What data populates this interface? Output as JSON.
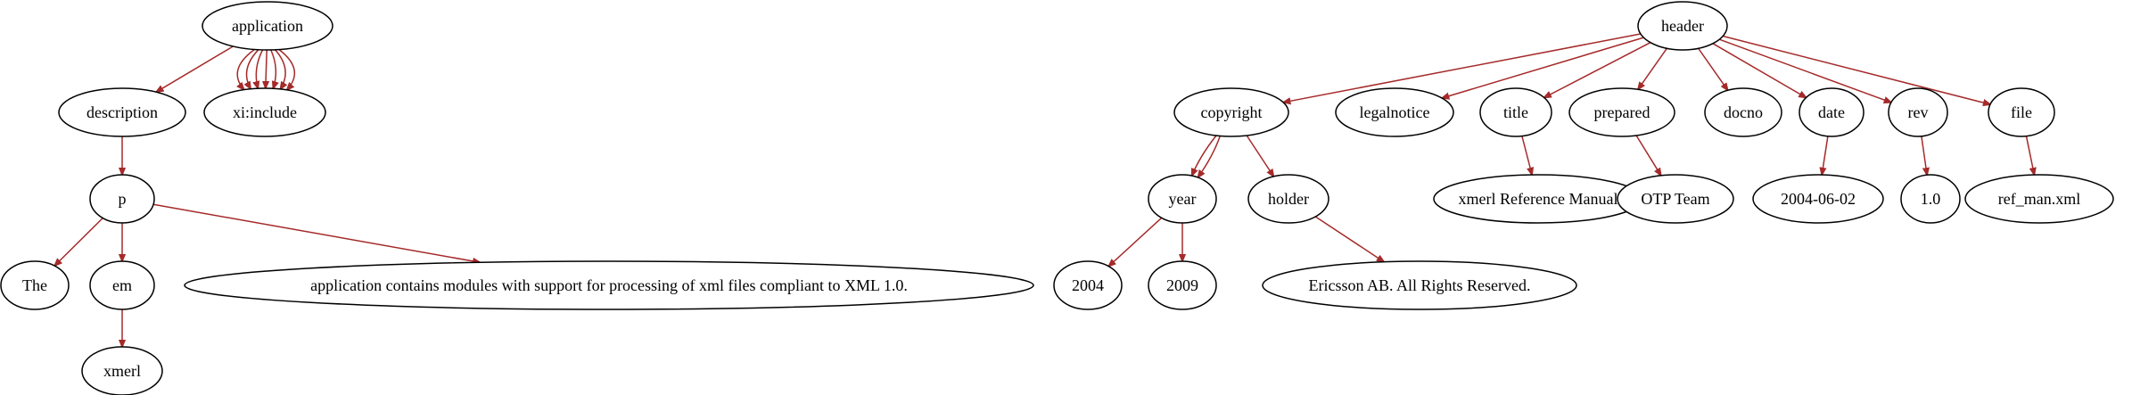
{
  "graph": {
    "nodes": [
      {
        "id": "application",
        "label": "application"
      },
      {
        "id": "description",
        "label": "description"
      },
      {
        "id": "xi_include",
        "label": "xi:include"
      },
      {
        "id": "p",
        "label": "p"
      },
      {
        "id": "the",
        "label": "The"
      },
      {
        "id": "em",
        "label": "em"
      },
      {
        "id": "app_text",
        "label": "application contains modules with support for processing of xml files compliant to XML 1.0."
      },
      {
        "id": "xmerl",
        "label": "xmerl"
      },
      {
        "id": "header",
        "label": "header"
      },
      {
        "id": "copyright",
        "label": "copyright"
      },
      {
        "id": "legalnotice",
        "label": "legalnotice"
      },
      {
        "id": "title",
        "label": "title"
      },
      {
        "id": "prepared",
        "label": "prepared"
      },
      {
        "id": "docno",
        "label": "docno"
      },
      {
        "id": "date",
        "label": "date"
      },
      {
        "id": "rev",
        "label": "rev"
      },
      {
        "id": "file",
        "label": "file"
      },
      {
        "id": "year",
        "label": "year"
      },
      {
        "id": "holder",
        "label": "holder"
      },
      {
        "id": "y2004",
        "label": "2004"
      },
      {
        "id": "y2009",
        "label": "2009"
      },
      {
        "id": "holder_text",
        "label": "Ericsson AB. All Rights Reserved."
      },
      {
        "id": "title_text",
        "label": "xmerl Reference Manual"
      },
      {
        "id": "prepared_text",
        "label": "OTP Team"
      },
      {
        "id": "date_text",
        "label": "2004-06-02"
      },
      {
        "id": "rev_text",
        "label": "1.0"
      },
      {
        "id": "file_text",
        "label": "ref_man.xml"
      }
    ],
    "edges": [
      {
        "from": "application",
        "to": "description"
      },
      {
        "from": "application",
        "to": "xi_include"
      },
      {
        "from": "application",
        "to": "xi_include"
      },
      {
        "from": "application",
        "to": "xi_include"
      },
      {
        "from": "application",
        "to": "xi_include"
      },
      {
        "from": "application",
        "to": "xi_include"
      },
      {
        "from": "application",
        "to": "xi_include"
      },
      {
        "from": "application",
        "to": "xi_include"
      },
      {
        "from": "description",
        "to": "p"
      },
      {
        "from": "p",
        "to": "the"
      },
      {
        "from": "p",
        "to": "em"
      },
      {
        "from": "p",
        "to": "app_text"
      },
      {
        "from": "em",
        "to": "xmerl"
      },
      {
        "from": "header",
        "to": "copyright"
      },
      {
        "from": "header",
        "to": "legalnotice"
      },
      {
        "from": "header",
        "to": "title"
      },
      {
        "from": "header",
        "to": "prepared"
      },
      {
        "from": "header",
        "to": "docno"
      },
      {
        "from": "header",
        "to": "date"
      },
      {
        "from": "header",
        "to": "rev"
      },
      {
        "from": "header",
        "to": "file"
      },
      {
        "from": "copyright",
        "to": "year"
      },
      {
        "from": "copyright",
        "to": "year"
      },
      {
        "from": "copyright",
        "to": "holder"
      },
      {
        "from": "year",
        "to": "y2004"
      },
      {
        "from": "year",
        "to": "y2009"
      },
      {
        "from": "holder",
        "to": "holder_text"
      },
      {
        "from": "title",
        "to": "title_text"
      },
      {
        "from": "prepared",
        "to": "prepared_text"
      },
      {
        "from": "date",
        "to": "date_text"
      },
      {
        "from": "rev",
        "to": "rev_text"
      },
      {
        "from": "file",
        "to": "file_text"
      }
    ],
    "edge_color": "#a52a2a",
    "node_stroke": "#000000",
    "background": "#ffffff"
  }
}
